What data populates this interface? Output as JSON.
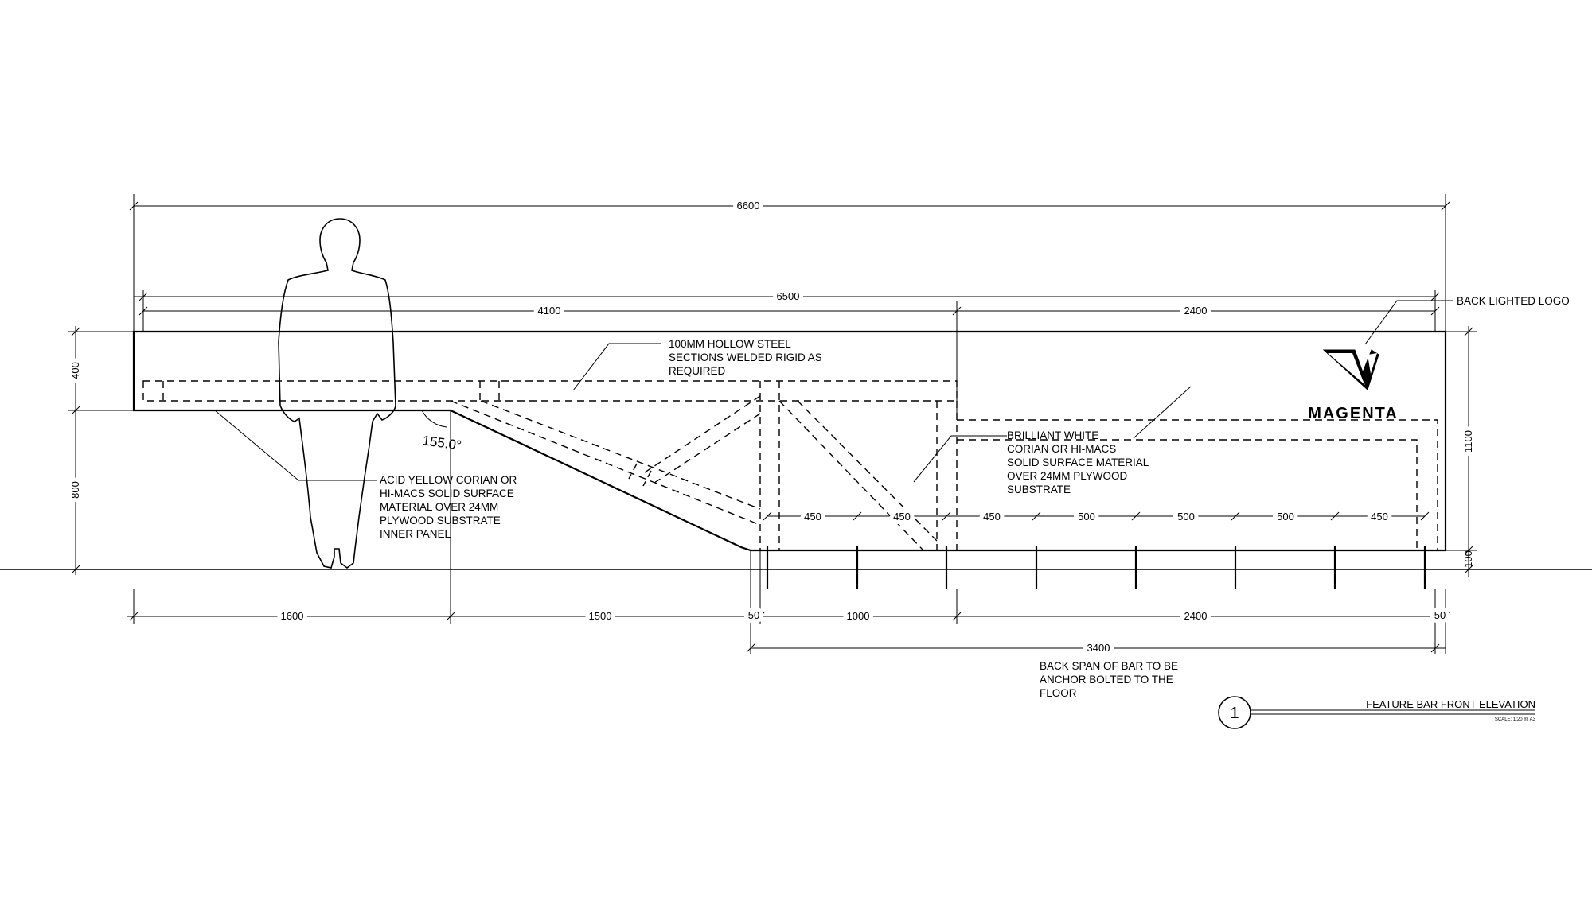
{
  "dimensions": {
    "overall_top": "6600",
    "top_inner": "6500",
    "left_segment": "4100",
    "right_segment": "2400",
    "height_400": "400",
    "height_800": "800",
    "height_1100": "1100",
    "height_100": "100",
    "angle": "155.0°",
    "leg_spacing": [
      "450",
      "450",
      "450",
      "500",
      "500",
      "500",
      "450"
    ],
    "bottom_1600": "1600",
    "bottom_1500": "1500",
    "bottom_50_left": "50",
    "bottom_1000": "1000",
    "bottom_2400": "2400",
    "bottom_50_right": "50",
    "bottom_3400": "3400"
  },
  "notes": {
    "steel": [
      "100MM HOLLOW STEEL",
      "SECTIONS WELDED RIGID AS",
      "REQUIRED"
    ],
    "acid": [
      "ACID YELLOW CORIAN OR",
      "HI-MACS SOLID SURFACE",
      "MATERIAL OVER 24MM",
      "PLYWOOD SUBSTRATE",
      "INNER PANEL"
    ],
    "white": [
      "BRILLIANT WHITE",
      "CORIAN OR HI-MACS",
      "SOLID SURFACE MATERIAL",
      "OVER 24MM PLYWOOD",
      "SUBSTRATE"
    ],
    "logo": "BACK LIGHTED LOGO",
    "anchor": [
      "BACK SPAN OF BAR TO BE",
      "ANCHOR BOLTED TO THE",
      "FLOOR"
    ]
  },
  "logo_text": "MAGENTA",
  "title_block": {
    "number": "1",
    "title": "FEATURE BAR FRONT ELEVATION",
    "scale": "SCALE: 1:20 @ A3"
  },
  "icons": {
    "person": "human-silhouette-icon",
    "logo": "magenta-logo-mark-icon"
  }
}
